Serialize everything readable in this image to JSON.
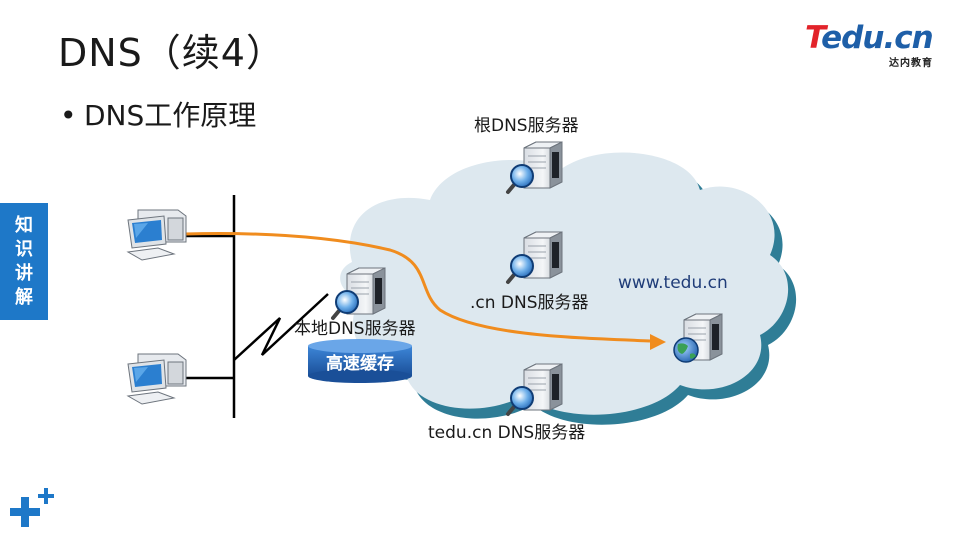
{
  "title": "DNS（续4）",
  "bullet": "DNS工作原理",
  "logo": {
    "main_t": "T",
    "main_rest": "edu.cn",
    "sub": "达内教育"
  },
  "side_tab": [
    "知",
    "识",
    "讲",
    "解"
  ],
  "diagram": {
    "root_server_label": "根DNS服务器",
    "cn_server_label": ".cn DNS服务器",
    "tedu_server_label": "tedu.cn DNS服务器",
    "local_server_label": "本地DNS服务器",
    "cache_label": "高速缓存",
    "web_label": "www.tedu.cn"
  },
  "colors": {
    "accent_orange": "#f08c1e",
    "cloud_fill": "#dde8ef",
    "cloud_shadow": "#2f7d96",
    "tab_blue": "#1e78c8"
  }
}
